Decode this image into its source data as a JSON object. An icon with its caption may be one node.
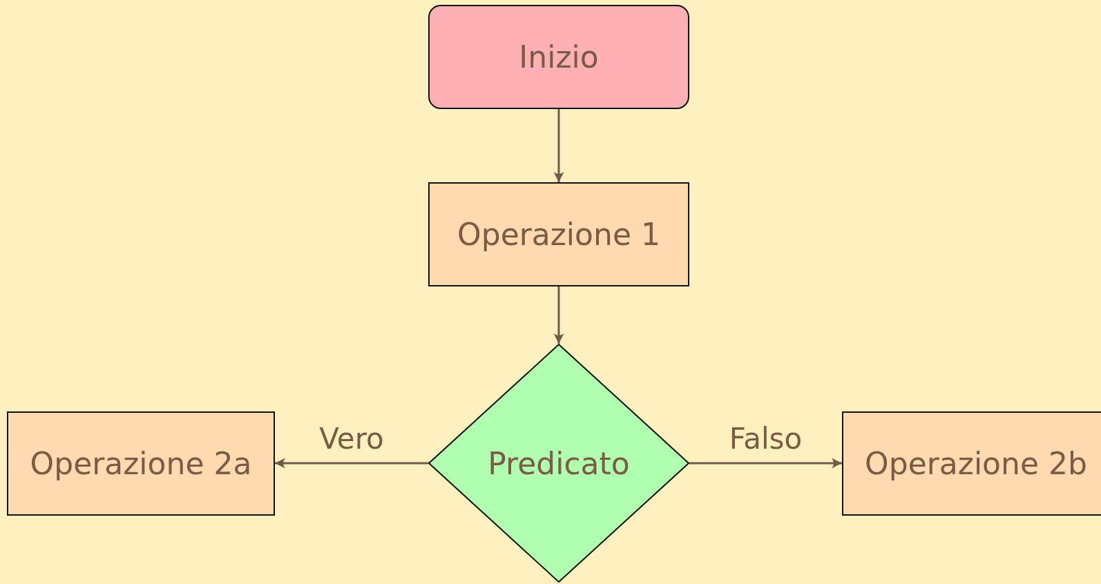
{
  "diagram": {
    "nodes": [
      {
        "text": [
          "Inizio"
        ]
      },
      {
        "text": [
          "Operazione 1"
        ]
      },
      {
        "text": [
          "Predicato"
        ]
      },
      {
        "text": [
          "Operazione 2a"
        ]
      },
      {
        "text": [
          "Operazione 2b"
        ]
      }
    ],
    "edges": [
      {
        "from": 0,
        "to": 1,
        "arrow": "to"
      },
      {
        "from": 1,
        "to": 2,
        "arrow": "to"
      },
      {
        "from": 2,
        "to": 3,
        "arrow": "to",
        "label": "Vero"
      },
      {
        "from": 2,
        "to": 4,
        "arrow": "to",
        "label": "Falso"
      }
    ]
  }
}
